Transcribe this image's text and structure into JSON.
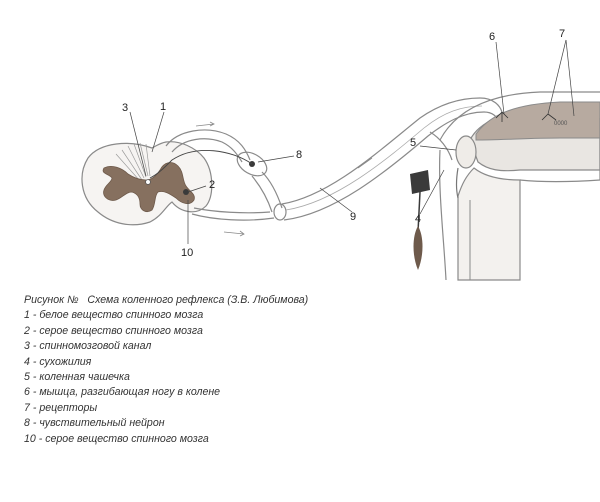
{
  "diagram": {
    "labels": {
      "n1": "1",
      "n2": "2",
      "n3": "3",
      "n4": "4",
      "n5": "5",
      "n6": "6",
      "n7": "7",
      "n8": "8",
      "n9": "9",
      "n10": "10"
    },
    "receptor_tag": "0000"
  },
  "caption": {
    "figure_label": "Рисунок №",
    "title": "Схема коленного рефлекса (З.В. Любимова)",
    "legend": [
      {
        "num": "1",
        "text": "белое вещество спинного мозга"
      },
      {
        "num": "2",
        "text": "серое вещество спинного мозга"
      },
      {
        "num": "3",
        "text": "спинномозговой канал"
      },
      {
        "num": "4",
        "text": "сухожилия"
      },
      {
        "num": "5",
        "text": "коленная чашечка"
      },
      {
        "num": "6",
        "text": "мышца, разгибающая ногу в колене"
      },
      {
        "num": "7",
        "text": "рецепторы"
      },
      {
        "num": "8",
        "text": "чувствительный нейрон"
      },
      {
        "num": "10",
        "text": "серое вещество спинного мозга"
      }
    ]
  },
  "colors": {
    "grey_matter": "#86705f",
    "outline": "#8a8a8a",
    "muscle": "#b7aaa0",
    "bone": "#e9e6e2",
    "text": "#222222"
  }
}
